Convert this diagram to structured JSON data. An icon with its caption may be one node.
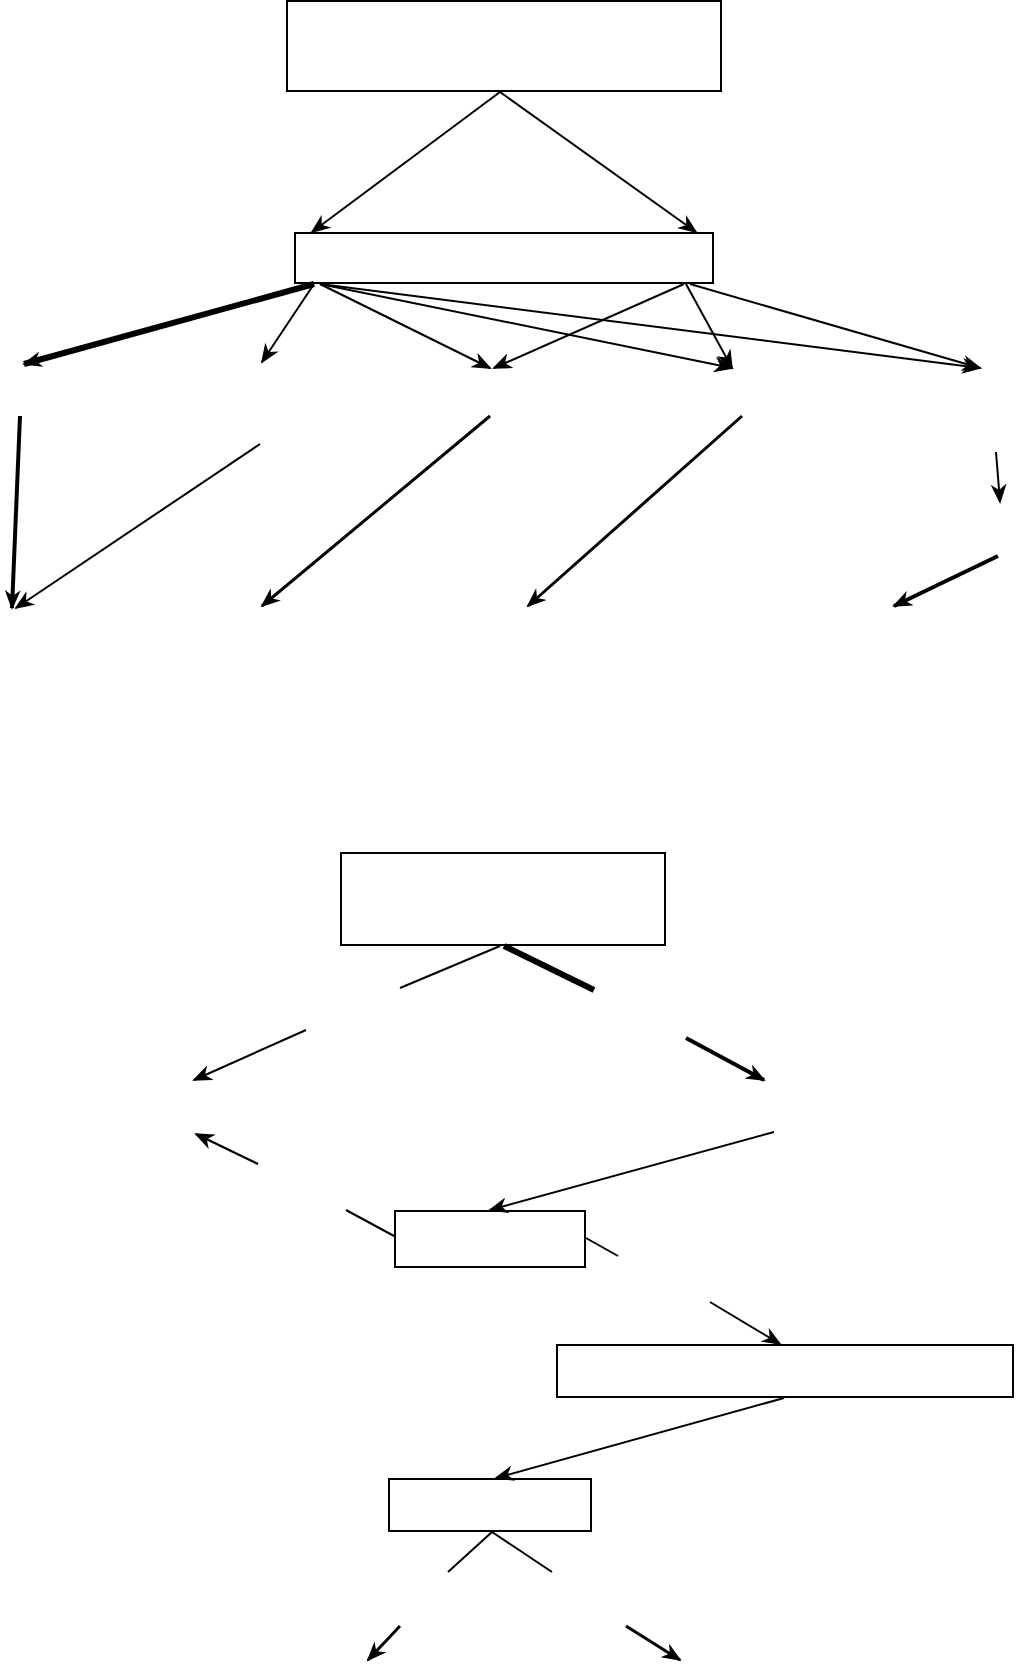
{
  "diagram": {
    "nodes": [
      {
        "text": [],
        "shape": "box"
      },
      {
        "text": [],
        "shape": "box"
      },
      {
        "text": [],
        "shape": "box"
      },
      {
        "text": [],
        "shape": "box"
      },
      {
        "text": [],
        "shape": "box"
      },
      {
        "text": [],
        "shape": "box"
      }
    ],
    "edges": [
      {
        "from": 0,
        "to": 1,
        "arrow": "to"
      },
      {
        "from": 0,
        "to": 1,
        "arrow": "to"
      },
      {
        "from": 1,
        "to": null,
        "arrow": "to",
        "style": "thick"
      },
      {
        "from": 1,
        "to": null,
        "arrow": "to"
      },
      {
        "from": 1,
        "to": null,
        "arrow": "to"
      },
      {
        "from": 1,
        "to": null,
        "arrow": "to"
      },
      {
        "from": 1,
        "to": null,
        "arrow": "to"
      },
      {
        "from": 1,
        "to": null,
        "arrow": "to"
      },
      {
        "from": 1,
        "to": null,
        "arrow": "to"
      },
      {
        "from": 1,
        "to": null,
        "arrow": "to"
      },
      {
        "from": 2,
        "to": null,
        "arrow": "none"
      },
      {
        "from": 2,
        "to": null,
        "arrow": "none",
        "style": "thick"
      },
      {
        "from": null,
        "to": 3,
        "arrow": "to"
      },
      {
        "from": null,
        "to": 3,
        "arrow": "none"
      },
      {
        "from": 3,
        "to": null,
        "arrow": "none"
      },
      {
        "from": null,
        "to": 4,
        "arrow": "to"
      },
      {
        "from": 4,
        "to": 5,
        "arrow": "to"
      },
      {
        "from": 5,
        "to": null,
        "arrow": "none"
      },
      {
        "from": 5,
        "to": null,
        "arrow": "none"
      }
    ]
  }
}
